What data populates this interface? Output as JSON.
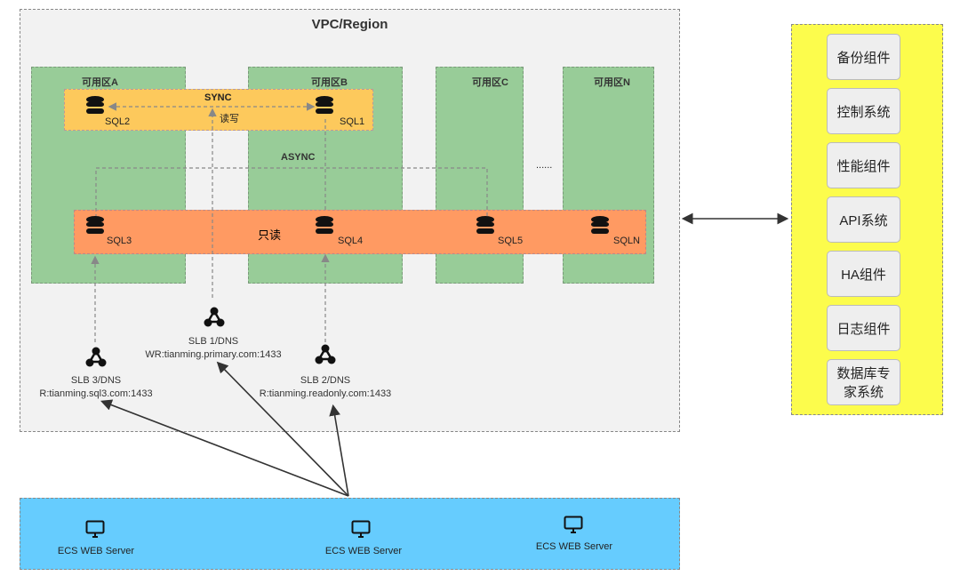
{
  "vpc": {
    "title": "VPC/Region"
  },
  "zones": [
    "可用区A",
    "可用区B",
    "可用区C",
    "可用区N"
  ],
  "sync": {
    "label": "SYNC",
    "rw_label": "读写"
  },
  "async": {
    "label": "ASYNC",
    "ellipsis": "......"
  },
  "readonly_label": "只读",
  "databases": [
    "SQL1",
    "SQL2",
    "SQL3",
    "SQL4",
    "SQL5",
    "SQLN"
  ],
  "slb": [
    {
      "name": "SLB 1/DNS",
      "addr": "WR:tianming.primary.com:1433"
    },
    {
      "name": "SLB 2/DNS",
      "addr": "R:tianming.readonly.com:1433"
    },
    {
      "name": "SLB 3/DNS",
      "addr": "R:tianming.sql3.com:1433"
    }
  ],
  "components": [
    "备份组件",
    "控制系统",
    "性能组件",
    "API系统",
    "HA组件",
    "日志组件",
    "数据库专家系统"
  ],
  "ecs": [
    "ECS WEB Server",
    "ECS WEB Server",
    "ECS WEB Server"
  ],
  "colors": {
    "zone": "#98cc98",
    "sync_bar": "#fdc95c",
    "readonly_bar": "#ff9a62",
    "panel": "#fcfc4c",
    "ecs_box": "#66ccfe"
  }
}
